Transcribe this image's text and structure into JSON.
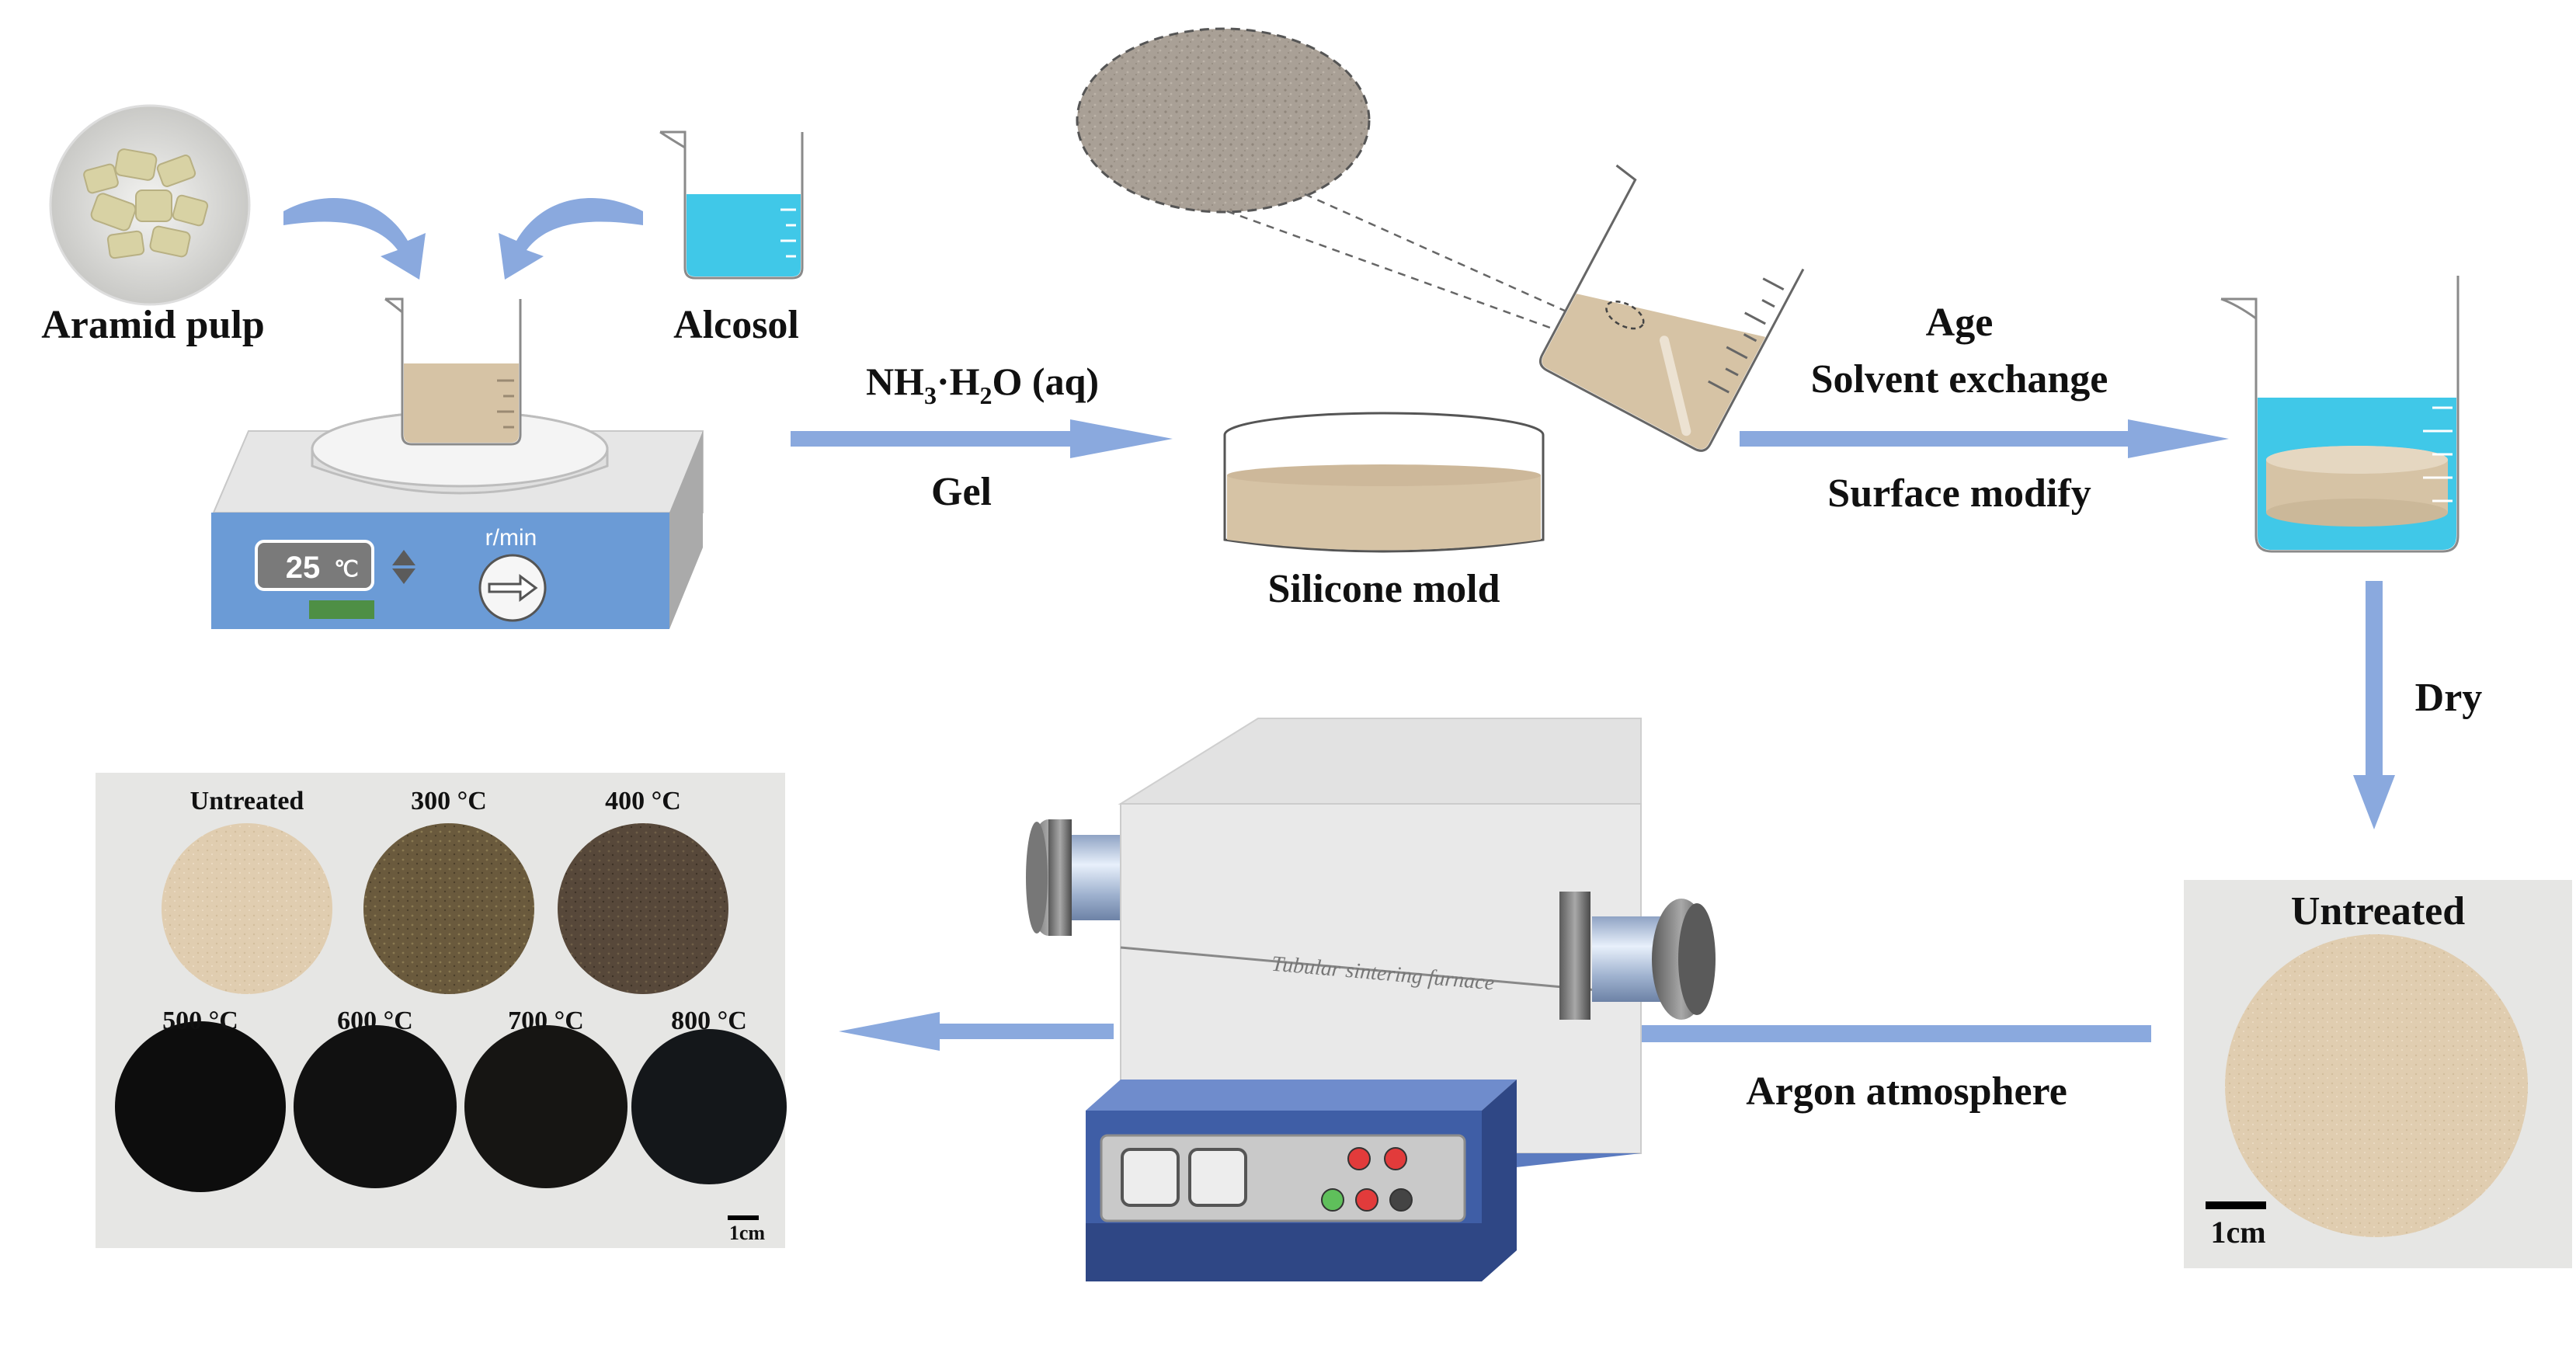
{
  "labels": {
    "aramid_pulp": "Aramid pulp",
    "alcosol": "Alcosol",
    "nh3_main": "NH",
    "nh3_sub": "3",
    "nh3_mid": "·H",
    "nh3_sub2": "2",
    "nh3_end": "O (aq)",
    "gel": "Gel",
    "silicone_mold": "Silicone mold",
    "age": "Age",
    "solvent_exchange": "Solvent exchange",
    "surface_modify": "Surface modify",
    "dry": "Dry",
    "argon_atmosphere": "Argon atmosphere"
  },
  "stirrer": {
    "temperature_value": "25",
    "temperature_unit": "℃",
    "speed_unit": "r/min"
  },
  "furnace": {
    "label": "Tubular sintering furnace"
  },
  "sample_single": {
    "title": "Untreated",
    "scale": "1cm"
  },
  "sample_grid": {
    "scale": "1cm",
    "samples": [
      {
        "label": "Untreated",
        "color": "#e3cfb2"
      },
      {
        "label": "300 °C",
        "color": "#6b5a3c"
      },
      {
        "label": "400 °C",
        "color": "#5a4a34"
      },
      {
        "label": "500 °C",
        "color": "#0d0d0d"
      },
      {
        "label": "600 °C",
        "color": "#111111"
      },
      {
        "label": "700 °C",
        "color": "#161513"
      },
      {
        "label": "800 °C",
        "color": "#14171a"
      }
    ]
  },
  "colors": {
    "arrow": "#8aa9de",
    "liquid_blue": "#40c8e8",
    "gel_beige": "#d6c3a5",
    "furnace_blue": "#3f5ea6"
  }
}
